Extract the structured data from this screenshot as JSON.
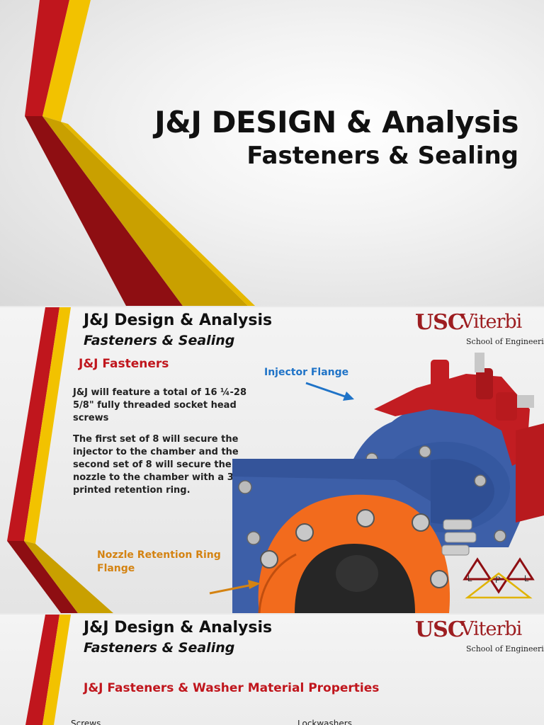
{
  "slide1": {
    "title": "J&J DESIGN & Analysis",
    "subtitle": "Fasteners & Sealing"
  },
  "slide2": {
    "title": "J&J Design & Analysis",
    "subtitle": "Fasteners & Sealing",
    "logo": {
      "usc": "USC",
      "viterbi": "Viterbi",
      "school": "School of Engineering"
    },
    "section_heading": "J&J Fasteners",
    "paragraph1": "J&J will feature a total of 16 ¼-28 5/8\" fully threaded socket head screws",
    "paragraph2": "The first set of 8 will secure the injector to the chamber and the second set of 8 will secure the nozzle to the chamber with a 3D printed retention ring.",
    "callout_injector": "Injector Flange",
    "callout_nozzle": "Nozzle Retention Ring Flange",
    "lpl_logo": {
      "l1": "L",
      "p": "P",
      "l2": "L"
    }
  },
  "slide3": {
    "title": "J&J Design & Analysis",
    "subtitle": "Fasteners & Sealing",
    "logo": {
      "usc": "USC",
      "viterbi": "Viterbi",
      "school": "School of Engineering"
    },
    "section_heading": "J&J Fasteners & Washer Material Properties",
    "col_left": "Screws",
    "col_right": "Lockwashers"
  },
  "colors": {
    "red_stripe": "#c0161d",
    "dark_red": "#8e0e12",
    "gold_stripe": "#f2c200",
    "dark_gold": "#b38c00",
    "usc_cardinal": "#9d1d20",
    "callout_blue": "#1f73c7",
    "callout_orange": "#d48312",
    "part_blue": "#3d5fa8",
    "part_red": "#c21d22",
    "part_orange": "#f26b1d"
  }
}
